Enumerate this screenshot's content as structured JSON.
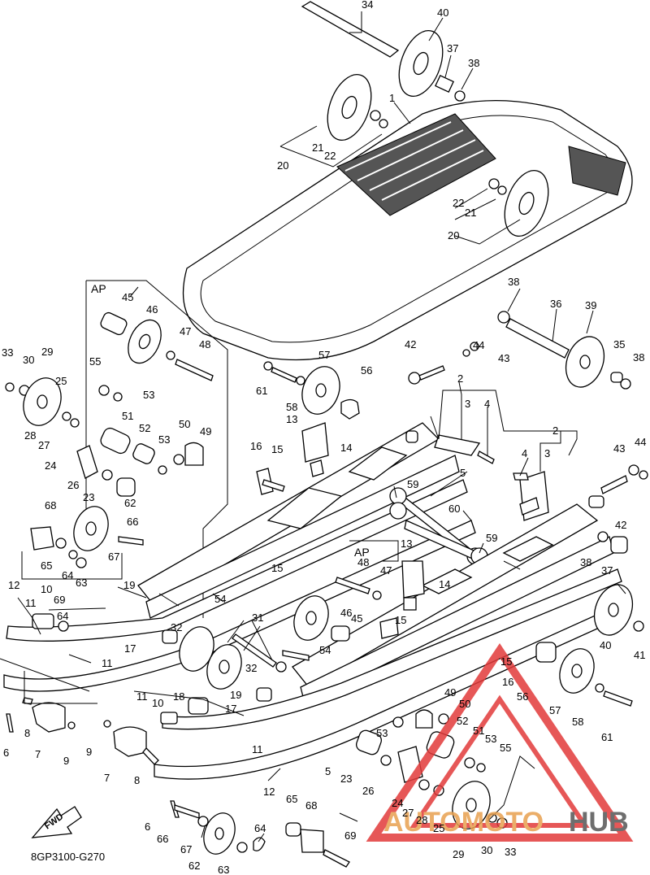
{
  "diagram_code": "8GP3100-G270",
  "fwd_label": "FWD",
  "ap_label": "AP",
  "watermark": {
    "text_a": "AUTOMOTO",
    "text_b": "HUB",
    "color_a": "#e8a050",
    "color_b": "#555555",
    "triangle_color": "#e23a3a"
  },
  "callouts": {
    "c1": "1",
    "c2": "2",
    "c2b": "2",
    "c3": "3",
    "c3b": "3",
    "c4": "4",
    "c4b": "4",
    "c5": "5",
    "c5b": "5",
    "c6": "6",
    "c6b": "6",
    "c7": "7",
    "c7b": "7",
    "c8": "8",
    "c8b": "8",
    "c9": "9",
    "c9b": "9",
    "c10": "10",
    "c10b": "10",
    "c11": "11",
    "c11b": "11",
    "c11c": "11",
    "c11d": "11",
    "c12": "12",
    "c12b": "12",
    "c13": "13",
    "c13b": "13",
    "c14": "14",
    "c14b": "14",
    "c15": "15",
    "c15b": "15",
    "c15c": "15",
    "c15d": "15",
    "c16": "16",
    "c16b": "16",
    "c17": "17",
    "c17b": "17",
    "c18": "18",
    "c19": "19",
    "c19b": "19",
    "c20": "20",
    "c20b": "20",
    "c21": "21",
    "c21b": "21",
    "c22": "22",
    "c22b": "22",
    "c23": "23",
    "c23b": "23",
    "c24": "24",
    "c24b": "24",
    "c25": "25",
    "c25b": "25",
    "c26": "26",
    "c26b": "26",
    "c27": "27",
    "c27b": "27",
    "c28": "28",
    "c28b": "28",
    "c29": "29",
    "c29b": "29",
    "c30": "30",
    "c30b": "30",
    "c31": "31",
    "c32": "32",
    "c32b": "32",
    "c33": "33",
    "c33b": "33",
    "c34": "34",
    "c35": "35",
    "c36": "36",
    "c37": "37",
    "c37b": "37",
    "c38": "38",
    "c38b": "38",
    "c38c": "38",
    "c38d": "38",
    "c39": "39",
    "c40": "40",
    "c40b": "40",
    "c41": "41",
    "c42": "42",
    "c42b": "42",
    "c43": "43",
    "c43b": "43",
    "c44": "44",
    "c44b": "44",
    "c45": "45",
    "c45b": "45",
    "c46": "46",
    "c46b": "46",
    "c47": "47",
    "c47b": "47",
    "c48": "48",
    "c48b": "48",
    "c49": "49",
    "c49b": "49",
    "c50": "50",
    "c50b": "50",
    "c51": "51",
    "c51b": "51",
    "c52": "52",
    "c52b": "52",
    "c53": "53",
    "c53b": "53",
    "c53c": "53",
    "c53d": "53",
    "c54": "54",
    "c54b": "54",
    "c55": "55",
    "c55b": "55",
    "c56": "56",
    "c56b": "56",
    "c57": "57",
    "c57b": "57",
    "c58": "58",
    "c58b": "58",
    "c59": "59",
    "c59b": "59",
    "c60": "60",
    "c61": "61",
    "c61b": "61",
    "c62": "62",
    "c62b": "62",
    "c63": "63",
    "c63b": "63",
    "c64": "64",
    "c64b": "64",
    "c65": "65",
    "c65b": "65",
    "c66": "66",
    "c66b": "66",
    "c67": "67",
    "c67b": "67",
    "c68": "68",
    "c68b": "68",
    "c69": "69",
    "c69b": "69"
  }
}
